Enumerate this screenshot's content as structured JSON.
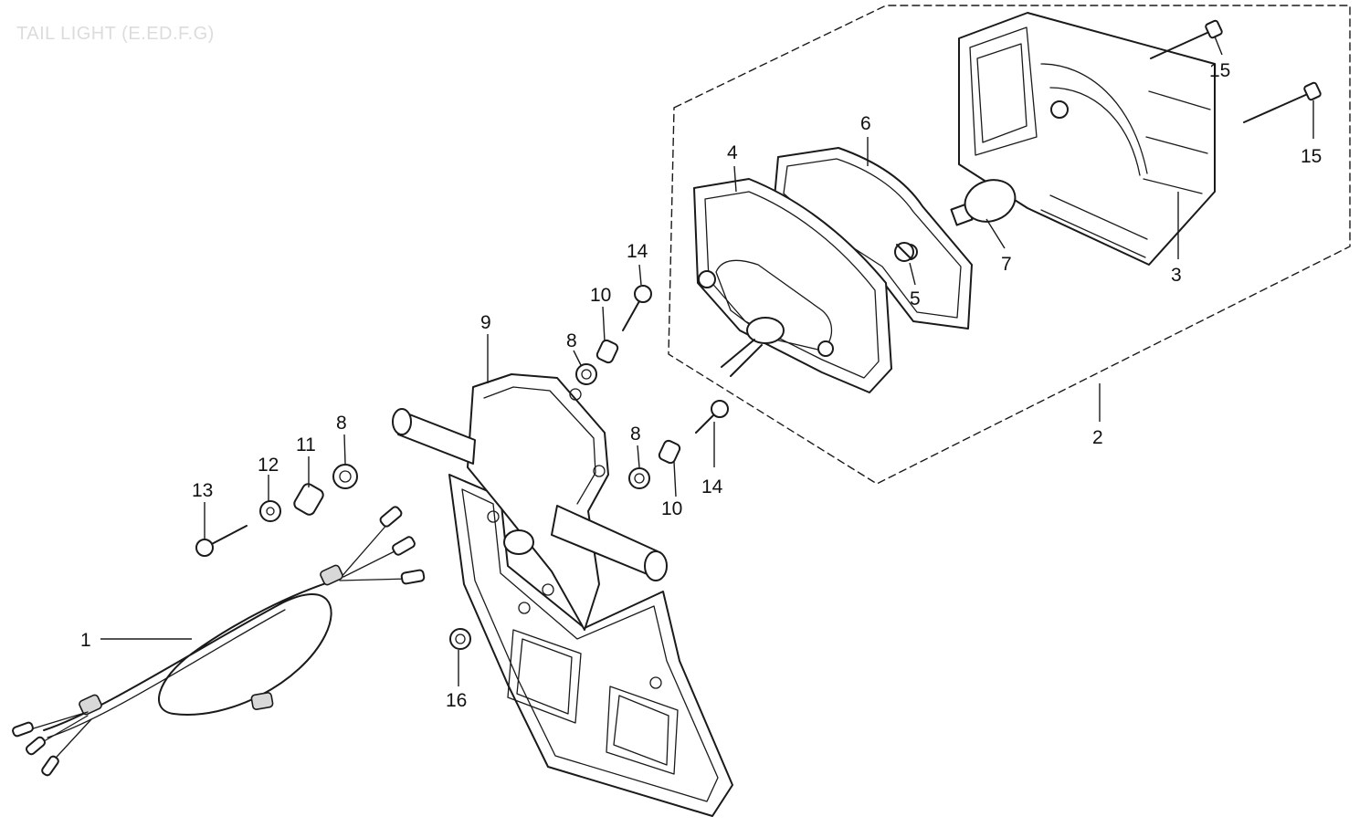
{
  "title": "TAIL LIGHT (E.ED.F.G)",
  "callouts": {
    "c1": "1",
    "c2": "2",
    "c3": "3",
    "c4": "4",
    "c5": "5",
    "c6": "6",
    "c7": "7",
    "c8a": "8",
    "c8b": "8",
    "c8c": "8",
    "c9": "9",
    "c10a": "10",
    "c10b": "10",
    "c11": "11",
    "c12": "12",
    "c13": "13",
    "c14a": "14",
    "c14b": "14",
    "c15a": "15",
    "c15b": "15",
    "c16": "16"
  }
}
